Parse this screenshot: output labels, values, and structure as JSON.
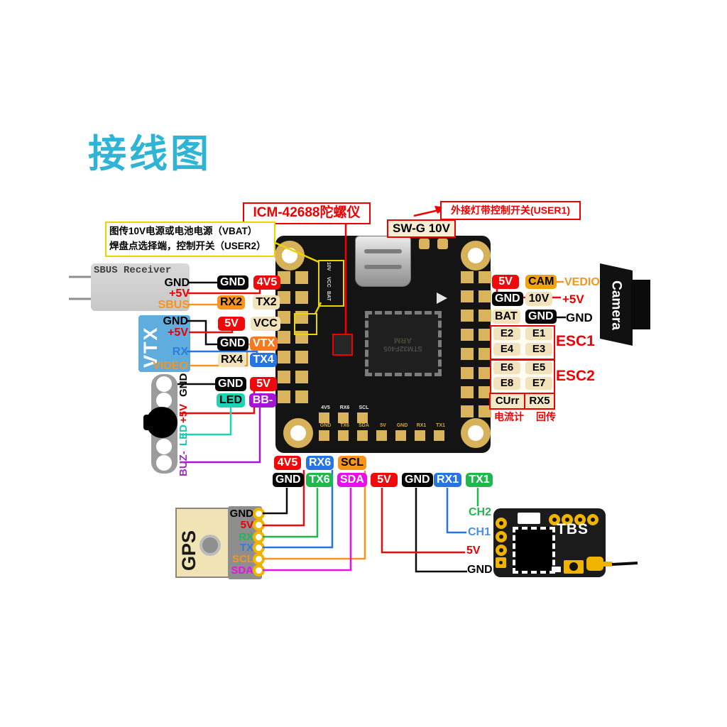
{
  "title": "接线图",
  "annotations": {
    "gyro": "ICM-42688陀螺仪",
    "user1": "外接灯带控制开关(USER1)",
    "swg": "SW-G 10V",
    "vbat_line1": "图传10V电源或电池电源（VBAT）",
    "vbat_line2": "焊盘点选择端，控制开关（USER2）",
    "esc1": "ESC1",
    "esc2": "ESC2",
    "curr": "CUrr",
    "rx5": "RX5",
    "curr_note": "电流计",
    "rx5_note": "回传"
  },
  "board": {
    "mcu": "STM32F405",
    "mcu_brand": "ARM",
    "selector": [
      "10V",
      "VCC",
      "BAT"
    ]
  },
  "modules": {
    "sbus": {
      "name": "SBUS Receiver",
      "pins": [
        "GND",
        "+5V",
        "SBUS"
      ]
    },
    "vtx": {
      "name": "VTX",
      "pins": [
        "GND",
        "+5V",
        "RX",
        "VIDEO"
      ]
    },
    "buzzer": {
      "pins": [
        "GND",
        "+5V",
        "LED",
        "BUZ-"
      ]
    },
    "gps": {
      "name": "GPS",
      "pins": [
        "GND",
        "5V",
        "RX",
        "TX",
        "SCL",
        "SDA"
      ]
    },
    "tbs": {
      "name": "TBS",
      "pins": [
        "CH2",
        "CH1",
        "5V",
        "GND"
      ]
    },
    "camera": {
      "name": "Camera",
      "pins": [
        "VEDIO",
        "+5V",
        "GND"
      ]
    }
  },
  "pads": {
    "left": [
      [
        "GND",
        "4V5"
      ],
      [
        "RX2",
        "TX2"
      ],
      [
        "5V",
        "VCC"
      ],
      [
        "GND",
        "VTX"
      ],
      [
        "RX4",
        "TX4"
      ],
      [
        "GND",
        "5V"
      ],
      [
        "LED",
        "BB-"
      ]
    ],
    "right": [
      [
        "5V",
        "CAM"
      ],
      [
        "GND",
        "10V"
      ],
      [
        "BAT",
        "GND"
      ]
    ],
    "esc1": [
      [
        "E2",
        "E1"
      ],
      [
        "E4",
        "E3"
      ]
    ],
    "esc2": [
      [
        "E6",
        "E5"
      ],
      [
        "E8",
        "E7"
      ]
    ],
    "bottom_upper": [
      "4V5",
      "RX6",
      "SCL"
    ],
    "bottom_lower": [
      "GND",
      "TX6",
      "SDA",
      "5V",
      "GND",
      "RX1",
      "TX1"
    ]
  },
  "colors": {
    "title_cyan": "#2fb4d6",
    "annotation_red": "#f00000",
    "annotation_yellow": "#ecd400",
    "wire_red": "#ee0a0a",
    "wire_orange": "#f7941d",
    "wire_blue": "#2775e2",
    "wire_green": "#1fb84f",
    "wire_magenta": "#e810e8",
    "wire_teal": "#1ed3b2",
    "wire_purple": "#a515d5",
    "pad_gold": "#dab45c",
    "vtx_blue": "#5facdf",
    "pcb_black": "#141414"
  }
}
